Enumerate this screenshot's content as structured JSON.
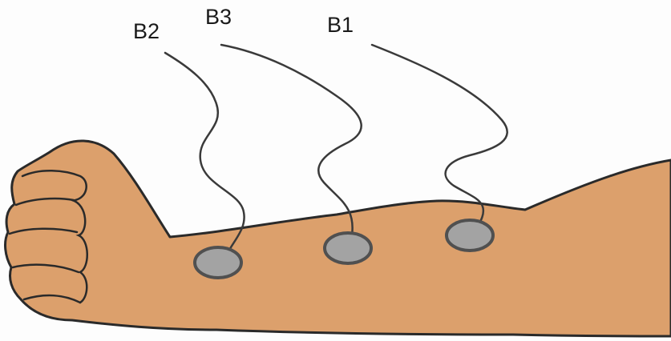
{
  "labels": {
    "b1": "B1",
    "b2": "B2",
    "b3": "B3"
  },
  "colors": {
    "skin": "#dca06c",
    "outline": "#2a2a2a",
    "electrode_fill": "#a3a3a3",
    "electrode_ring": "#505050",
    "wire": "#3a3a3a"
  }
}
